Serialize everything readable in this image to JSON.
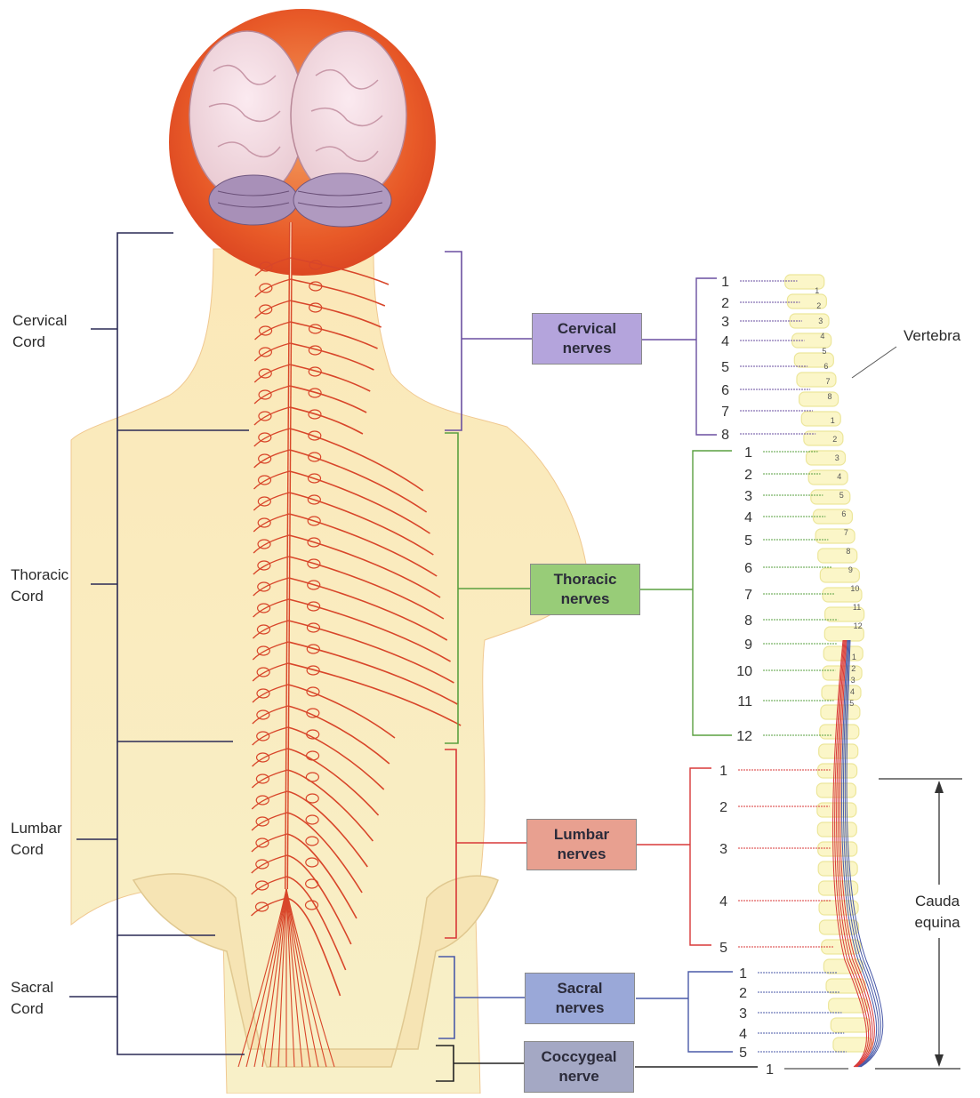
{
  "cord_labels": {
    "cervical": [
      "Cervical",
      "Cord"
    ],
    "thoracic": [
      "Thoracic",
      "Cord"
    ],
    "lumbar": [
      "Lumbar",
      "Cord"
    ],
    "sacral": [
      "Sacral",
      "Cord"
    ]
  },
  "nerve_boxes": {
    "cervical": [
      "Cervical",
      "nerves"
    ],
    "thoracic": [
      "Thoracic",
      "nerves"
    ],
    "lumbar": [
      "Lumbar",
      "nerves"
    ],
    "sacral": [
      "Sacral",
      "nerves"
    ],
    "coccygeal": [
      "Coccygeal",
      "nerve"
    ]
  },
  "annotations": {
    "vertebra": "Vertebra",
    "cauda_equina": [
      "Cauda",
      "equina"
    ]
  },
  "nerve_numbers": {
    "cervical": [
      "1",
      "2",
      "3",
      "4",
      "5",
      "6",
      "7",
      "8"
    ],
    "thoracic": [
      "1",
      "2",
      "3",
      "4",
      "5",
      "6",
      "7",
      "8",
      "9",
      "10",
      "11",
      "12"
    ],
    "lumbar": [
      "1",
      "2",
      "3",
      "4",
      "5"
    ],
    "sacral": [
      "1",
      "2",
      "3",
      "4",
      "5"
    ],
    "coccygeal": [
      "1"
    ]
  },
  "vertebra_numbers": {
    "cervical": [
      "1",
      "2",
      "3",
      "4",
      "5",
      "6",
      "7",
      "8"
    ],
    "thoracic": [
      "1",
      "2",
      "3",
      "4",
      "5",
      "6",
      "7",
      "8",
      "9",
      "10",
      "11",
      "12"
    ],
    "lumbar": [
      "1",
      "2",
      "3",
      "4",
      "5"
    ]
  },
  "colors": {
    "cervical": "#6a4fa0",
    "thoracic": "#5aa040",
    "lumbar": "#d83838",
    "sacral": "#4a5aa8",
    "coccygeal": "#222222",
    "cord_bracket": "#2a2a55",
    "skin": "#f8e0a8",
    "nerve": "#d8462a"
  }
}
